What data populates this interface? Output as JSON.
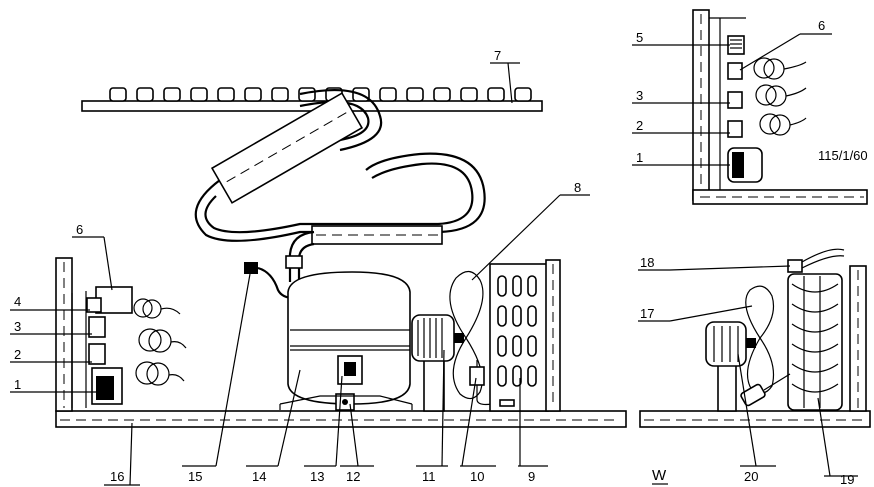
{
  "callouts": [
    "1",
    "2",
    "3",
    "4",
    "5",
    "6",
    "7",
    "8",
    "9",
    "10",
    "11",
    "12",
    "13",
    "14",
    "15",
    "16",
    "17",
    "18",
    "19",
    "20"
  ],
  "variant_label": "115/1/60",
  "view_label": "W"
}
